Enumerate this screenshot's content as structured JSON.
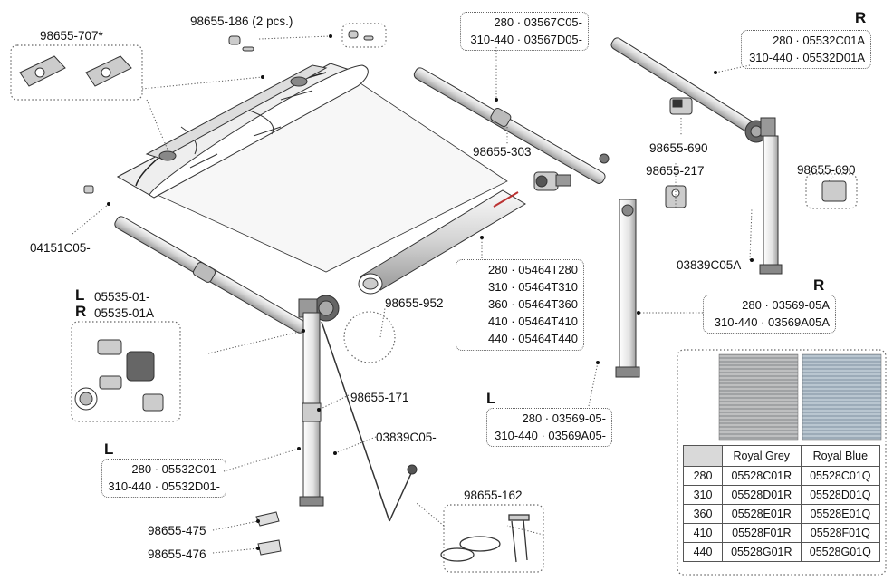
{
  "labels": {
    "p707": "98655-707*",
    "p186": "98655-186 (2 pcs.)",
    "p303": "98655-303",
    "p690a": "98655-690",
    "p690b": "98655-690",
    "p217": "98655-217",
    "p04151": "04151C05-",
    "p952": "98655-952",
    "p171": "98655-171",
    "p03839l": "03839C05-",
    "p03839r": "03839C05A",
    "p162": "98655-162",
    "p475": "98655-475",
    "p476": "98655-476",
    "l_05535": "05535-01-",
    "r_05535": "05535-01A"
  },
  "side_markers": {
    "r_top": "R",
    "r_mid": "R",
    "l_mid": "L",
    "l_left": "L",
    "r_left": "R",
    "l_bottom": "L"
  },
  "callouts": {
    "c03567": [
      "280 · 03567C05-",
      "310-440 · 03567D05-"
    ],
    "c05532_r": [
      "280 · 05532C01A",
      "310-440 · 05532D01A"
    ],
    "c05464": [
      "280 · 05464T280",
      "310 · 05464T310",
      "360 · 05464T360",
      "410 · 05464T410",
      "440 · 05464T440"
    ],
    "c03569_r": [
      "280 · 03569-05A",
      "310-440 · 03569A05A"
    ],
    "c03569_l": [
      "280 · 03569-05-",
      "310-440 · 03569A05-"
    ],
    "c05532_l": [
      "280 · 05532C01-",
      "310-440 · 05532D01-"
    ]
  },
  "fabric_table": {
    "headers": [
      "",
      "Royal Grey",
      "Royal Blue"
    ],
    "rows": [
      [
        "280",
        "05528C01R",
        "05528C01Q"
      ],
      [
        "310",
        "05528D01R",
        "05528D01Q"
      ],
      [
        "360",
        "05528E01R",
        "05528E01Q"
      ],
      [
        "410",
        "05528F01R",
        "05528F01Q"
      ],
      [
        "440",
        "05528G01R",
        "05528G01Q"
      ]
    ]
  }
}
